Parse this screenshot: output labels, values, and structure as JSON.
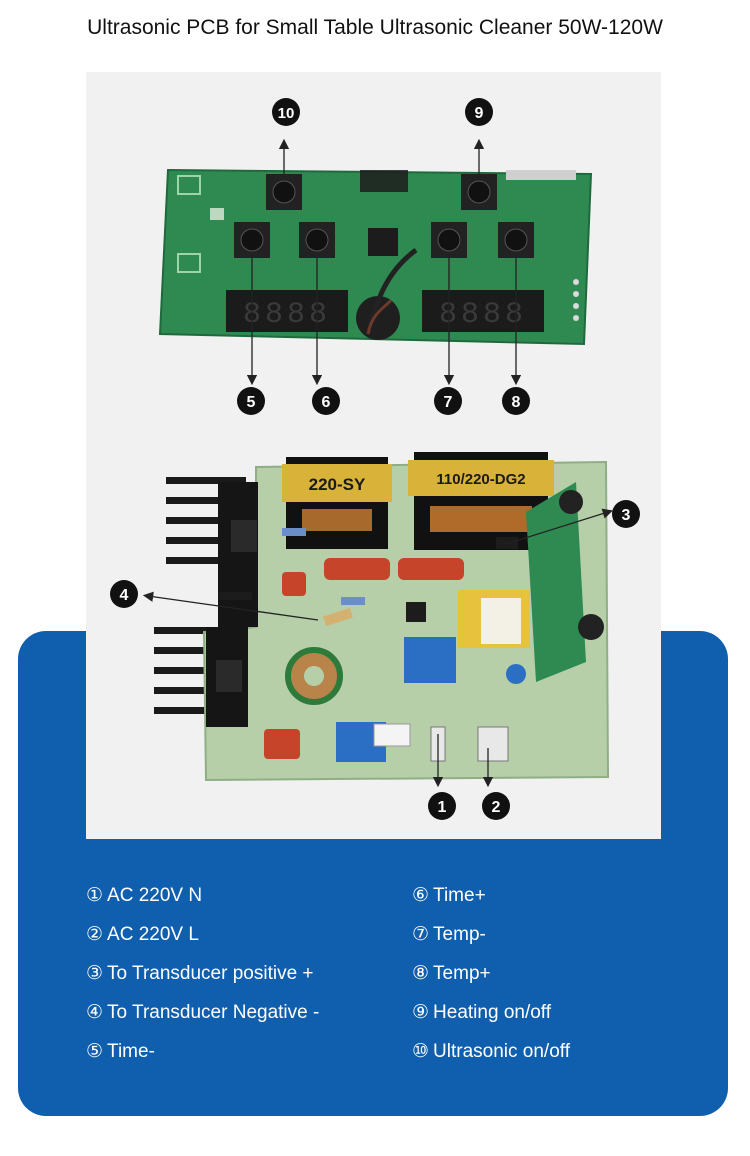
{
  "title": "Ultrasonic PCB for Small Table Ultrasonic Cleaner 50W-120W",
  "pcb_labels": {
    "transformer_small": "220-SY",
    "transformer_large": "110/220-DG2"
  },
  "markers": [
    "1",
    "2",
    "3",
    "4",
    "5",
    "6",
    "7",
    "8",
    "9",
    "10"
  ],
  "legend": {
    "left": [
      {
        "num": "①",
        "text": "AC 220V N"
      },
      {
        "num": "②",
        "text": "AC 220V L"
      },
      {
        "num": "③",
        "text": "To Transducer positive +"
      },
      {
        "num": "④",
        "text": "To Transducer Negative -"
      },
      {
        "num": "⑤",
        "text": "Time-"
      }
    ],
    "right": [
      {
        "num": "⑥",
        "text": "Time+"
      },
      {
        "num": "⑦",
        "text": "Temp-"
      },
      {
        "num": "⑧",
        "text": "Temp+"
      },
      {
        "num": "⑨",
        "text": "Heating on/off"
      },
      {
        "num": "⑩",
        "text": "Ultrasonic on/off"
      }
    ]
  },
  "colors": {
    "panel_blue": "#0f5fae",
    "pcb_green": "#2e7d4f",
    "main_board": "#a8c9a0",
    "marker": "#111111"
  }
}
